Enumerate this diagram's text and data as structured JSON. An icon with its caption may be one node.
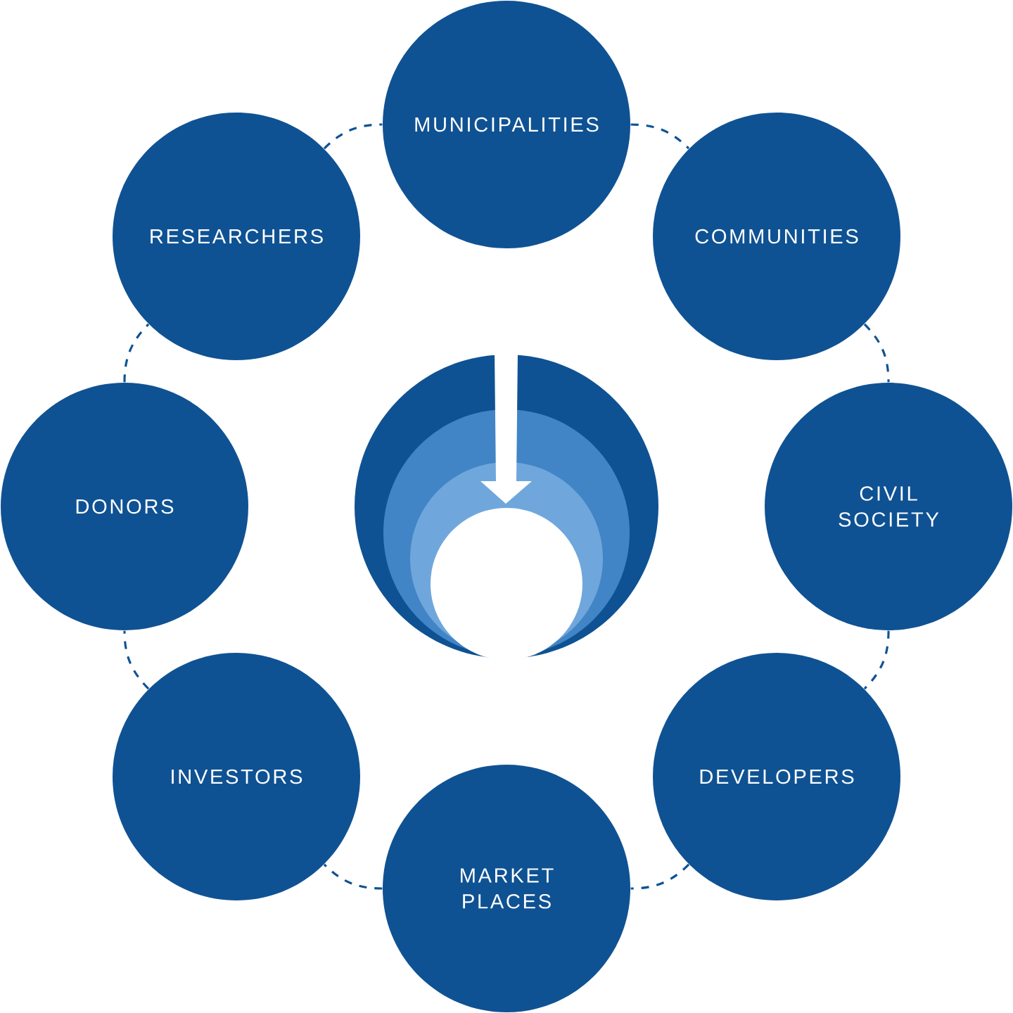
{
  "diagram": {
    "nodes": [
      {
        "text": [
          "MUNICIPALITIES"
        ]
      },
      {
        "text": [
          "COMMUNITIES"
        ]
      },
      {
        "text": [
          "CIVIL SOCIETY"
        ]
      },
      {
        "text": [
          "DEVELOPERS"
        ]
      },
      {
        "text": [
          "MARKET PLACES"
        ]
      },
      {
        "text": [
          "INVESTORS"
        ]
      },
      {
        "text": [
          "DONORS"
        ]
      },
      {
        "text": [
          "RESEARCHERS"
        ]
      }
    ],
    "edges": [
      {
        "from": 0,
        "to": 1,
        "arrow": "none",
        "style": "dashed"
      },
      {
        "from": 1,
        "to": 2,
        "arrow": "none",
        "style": "dashed"
      },
      {
        "from": 2,
        "to": 3,
        "arrow": "none",
        "style": "dashed"
      },
      {
        "from": 3,
        "to": 4,
        "arrow": "none",
        "style": "dashed"
      },
      {
        "from": 4,
        "to": 5,
        "arrow": "none",
        "style": "dashed"
      },
      {
        "from": 5,
        "to": 6,
        "arrow": "none",
        "style": "dashed"
      },
      {
        "from": 6,
        "to": 7,
        "arrow": "none",
        "style": "dashed"
      },
      {
        "from": 7,
        "to": 0,
        "arrow": "none",
        "style": "dashed"
      }
    ]
  }
}
